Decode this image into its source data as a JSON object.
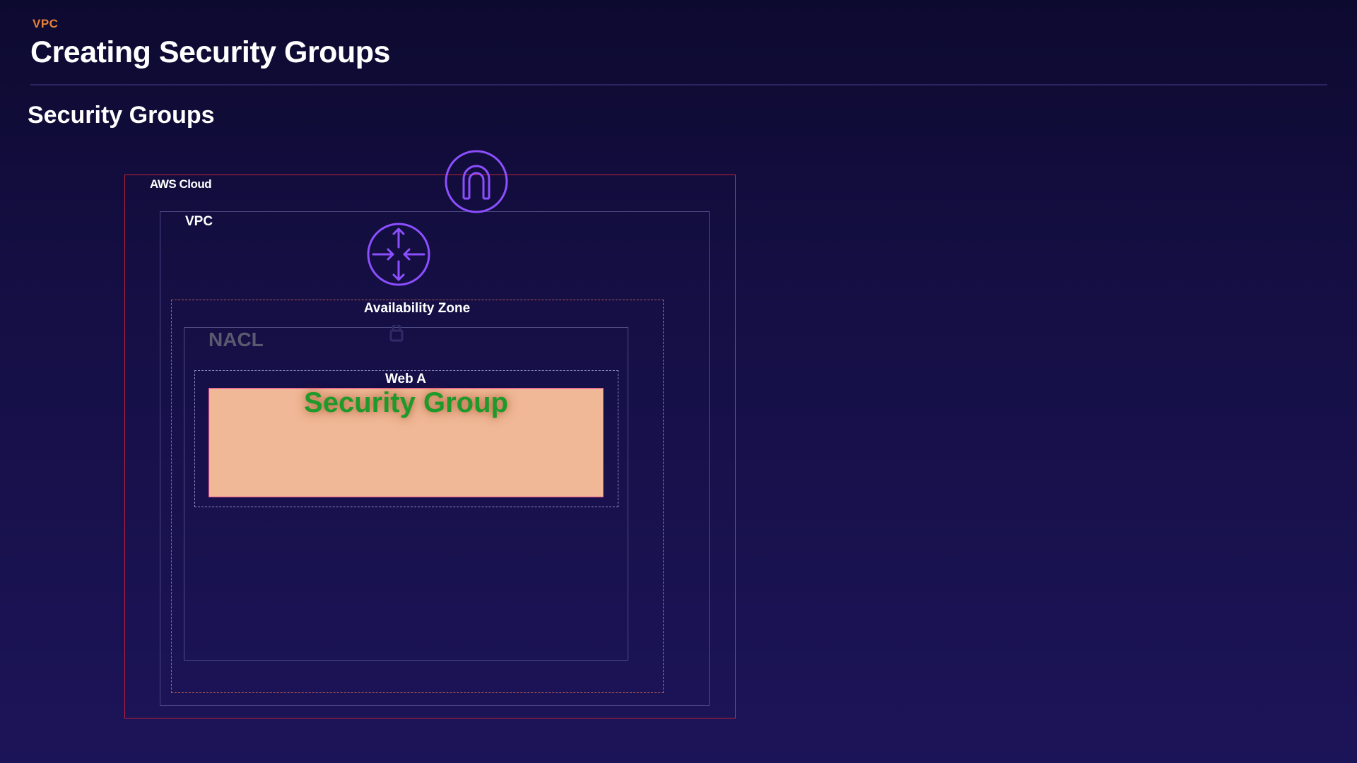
{
  "header": {
    "kicker": "VPC",
    "title": "Creating Security Groups",
    "subtitle": "Security Groups"
  },
  "diagram": {
    "cloud_label": "AWS Cloud",
    "vpc_label": "VPC",
    "availability_zone_label": "Availability Zone",
    "nacl_label": "NACL",
    "subnet_label": "Web A",
    "security_group_label": "Security Group"
  },
  "icons": {
    "gateway": "internet-gateway-icon",
    "router": "router-icon"
  },
  "colors": {
    "accent": "#e8803a",
    "cloud_border": "#c1203f",
    "icon_purple": "#8c4fff",
    "security_group_fill": "#f0b896",
    "security_group_text": "#1e9a2a"
  }
}
